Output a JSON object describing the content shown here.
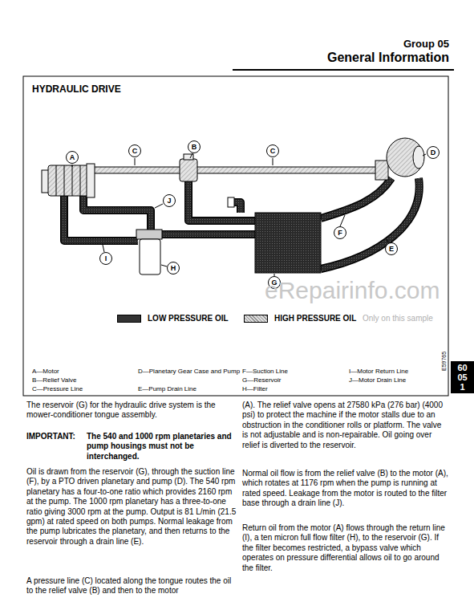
{
  "diagram": {
    "title": "HYDRAULIC DRIVE",
    "nodes": [
      {
        "text": [
          "A"
        ]
      },
      {
        "text": [
          "C"
        ]
      },
      {
        "text": [
          "B"
        ]
      },
      {
        "text": [
          "C"
        ]
      },
      {
        "text": [
          "D"
        ]
      },
      {
        "text": [
          "J"
        ]
      },
      {
        "text": [
          "F"
        ]
      },
      {
        "text": [
          "E"
        ]
      },
      {
        "text": [
          "I"
        ]
      },
      {
        "text": [
          "H"
        ]
      },
      {
        "text": [
          "G"
        ]
      },
      {
        "text": [
          "60 05 1"
        ]
      }
    ],
    "labels": [
      "Group 05",
      "General Information",
      "eRepairinfo.com",
      "Only on this sample",
      "E59765",
      "A—Motor",
      "B—Relief Valve",
      "C—Pressure Line",
      "D—Planetary Gear Case and Pump",
      "E—Pump Drain Line",
      "F—Suction Line",
      "G—Reservoir",
      "H—Filter",
      "I—Motor Return Line",
      "J—Motor Drain Line",
      "The reservoir (G) for the hydraulic drive system is the mower-conditioner tongue assembly.",
      "IMPORTANT:",
      "The 540 and 1000 rpm planetaries and pump housings must not be interchanged.",
      "Oil is drawn from the reservoir (G), through the suction line (F), by a PTO driven planetary and pump (D). The 540 rpm planetary has a four-to-one ratio which provides 2160 rpm at the pump. The 1000 rpm planetary has a three-to-one ratio giving 3000 rpm at the pump. Output is 81 L/min (21.5 gpm) at rated speed on both pumps. Normal leakage from the pump lubricates the planetary, and then returns to the reservoir through a drain line (E).",
      "A pressure line (C) located along the tongue routes the oil to the relief valve (B) and then to the motor",
      "(A). The relief valve opens at 27580 kPa (276 bar) (4000 psi) to protect the machine if the motor stalls due to an obstruction in the conditioner rolls or platform. The valve is not adjustable and is non-repairable. Oil going over relief is diverted to the reservoir.",
      "Normal oil flow is from the relief valve (B) to the motor (A), which rotates at 1176 rpm when the pump is running at rated speed. Leakage from the motor is routed to the filter base through a drain line (J).",
      "Return oil from the motor (A) flows through the return line (I), a ten micron full flow filter (H), to the reservoir (G). If the filter becomes restricted, a bypass valve which operates on pressure differential allows oil to go around the filter."
    ],
    "legend": [
      {
        "text": "LOW PRESSURE OIL",
        "color": "#333333"
      },
      {
        "text": "HIGH PRESSURE OIL",
        "color": "#dddddd"
      }
    ]
  }
}
